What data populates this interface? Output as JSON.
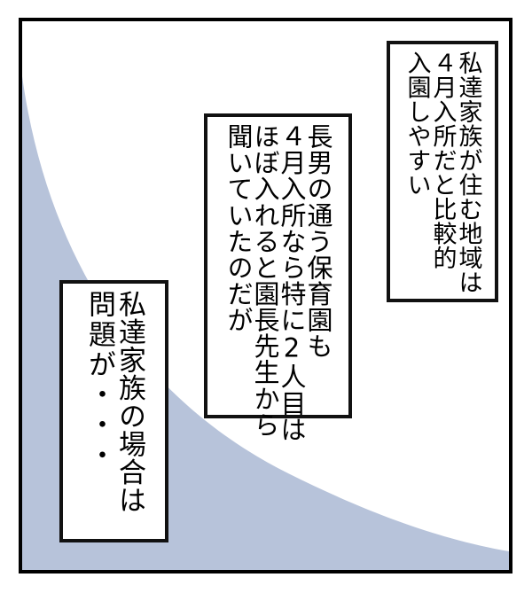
{
  "panel": {
    "border_color": "#000000",
    "background_color": "#ffffff",
    "shape_color": "#b7c3da",
    "shape_name": "curved-shadow-sweep"
  },
  "text_boxes": [
    {
      "id": "text-box-1",
      "name": "speech-box-top-right",
      "full_text": "私達家族が住む地域は４月入所だと比較的入園しやすい",
      "lines": [
        "私達家族が住む地域は",
        "４月入所だと比較的",
        "入園しやすい"
      ]
    },
    {
      "id": "text-box-2",
      "name": "speech-box-middle",
      "full_text": "長男の通う保育園も４月入所なら特に2人目はほぼ入れると園長先生から聞いていたのだが",
      "lines": [
        "長男の通う保育園も",
        "４月入所なら特に2人目は",
        "ほぼ入れると園長先生から",
        "聞いていたのだが"
      ]
    },
    {
      "id": "text-box-3",
      "name": "speech-box-lower-left",
      "full_text": "私達家族の場合は問題が・・・",
      "lines": [
        "私達家族の場合は",
        "問題が・・・"
      ]
    }
  ]
}
